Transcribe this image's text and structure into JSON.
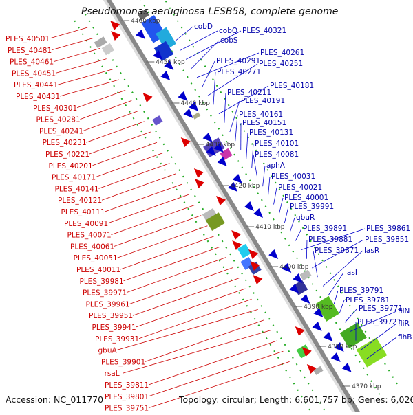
{
  "title": "Pseudomonas aeruginosa LESB58, complete genome",
  "footer": {
    "accession": "Accession: NC_011770",
    "summary": "Topology: circular; Length: 6,601,757 bp; Genes: 6,026"
  },
  "axis": {
    "unit": "kbp",
    "ticks": [
      "4460 kbp",
      "4450 kbp",
      "4440 kbp",
      "4430 kbp",
      "4420 kbp",
      "4410 kbp",
      "4400 kbp",
      "4390 kbp",
      "4380 kbp",
      "4370 kbp"
    ]
  },
  "colors": {
    "forward": "#dd0000",
    "reverse": "#0000cc",
    "backbone": "#888888",
    "track": "#22aa22"
  },
  "left_labels": [
    "PLES_40501",
    "PLES_40481",
    "PLES_40461",
    "PLES_40451",
    "PLES_40441",
    "PLES_40431",
    "PLES_40301",
    "PLES_40281",
    "PLES_40241",
    "PLES_40231",
    "PLES_40221",
    "PLES_40201",
    "PLES_40171",
    "PLES_40141",
    "PLES_40121",
    "PLES_40111",
    "PLES_40091",
    "PLES_40071",
    "PLES_40061",
    "PLES_40051",
    "PLES_40011",
    "PLES_39981",
    "PLES_39971",
    "PLES_39961",
    "PLES_39951",
    "PLES_39941",
    "PLES_39931",
    "gbuA",
    "PLES_39901",
    "rsaL",
    "PLES_39811",
    "PLES_39801",
    "PLES_39751"
  ],
  "right_labels": [
    "cobD",
    "cobQ",
    "PLES_40321",
    "cobS",
    "PLES_40261",
    "PLES_40291",
    "PLES_40251",
    "PLES_40271",
    "PLES_40181",
    "PLES_40211",
    "PLES_40191",
    "PLES_40161",
    "PLES_40151",
    "PLES_40131",
    "PLES_40101",
    "PLES_40081",
    "aphA",
    "PLES_40031",
    "PLES_40021",
    "PLES_40001",
    "PLES_39991",
    "gbuR",
    "PLES_39891",
    "PLES_39861",
    "PLES_39881",
    "PLES_39851",
    "PLES_39871",
    "lasR",
    "lasI",
    "PLES_39791",
    "PLES_39781",
    "PLES_39771",
    "fliN",
    "PLES_39721",
    "fliR",
    "flhB"
  ]
}
